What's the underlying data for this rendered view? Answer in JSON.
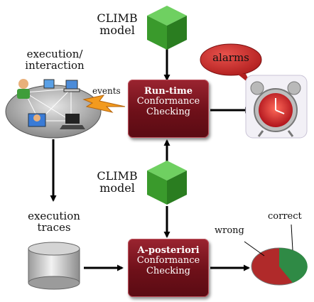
{
  "nodes": {
    "climb_top": {
      "line1": "CLIMB",
      "line2": "model"
    },
    "climb_mid": {
      "line1": "CLIMB",
      "line2": "model"
    },
    "execution": {
      "line1": "execution/",
      "line2": "interaction"
    },
    "events": "events",
    "runtime": {
      "title": "Run-time",
      "line2": "Conformance",
      "line3": "Checking"
    },
    "aposteriori": {
      "title": "A-posteriori",
      "line2": "Conformance",
      "line3": "Checking"
    },
    "alarms": "alarms",
    "traces": {
      "line1": "execution",
      "line2": "traces"
    },
    "wrong": "wrong",
    "correct": "correct"
  },
  "colors": {
    "box": "#6e1019",
    "cube": "#3a9a2c",
    "bubble": "#c8282a",
    "pie_wrong": "#b02a2a",
    "pie_correct": "#2f8a45"
  },
  "icons": [
    "cube-icon",
    "network-disk-icon",
    "lightning-icon",
    "alarm-clock-icon",
    "database-cylinder-icon",
    "pie-chart-icon"
  ]
}
